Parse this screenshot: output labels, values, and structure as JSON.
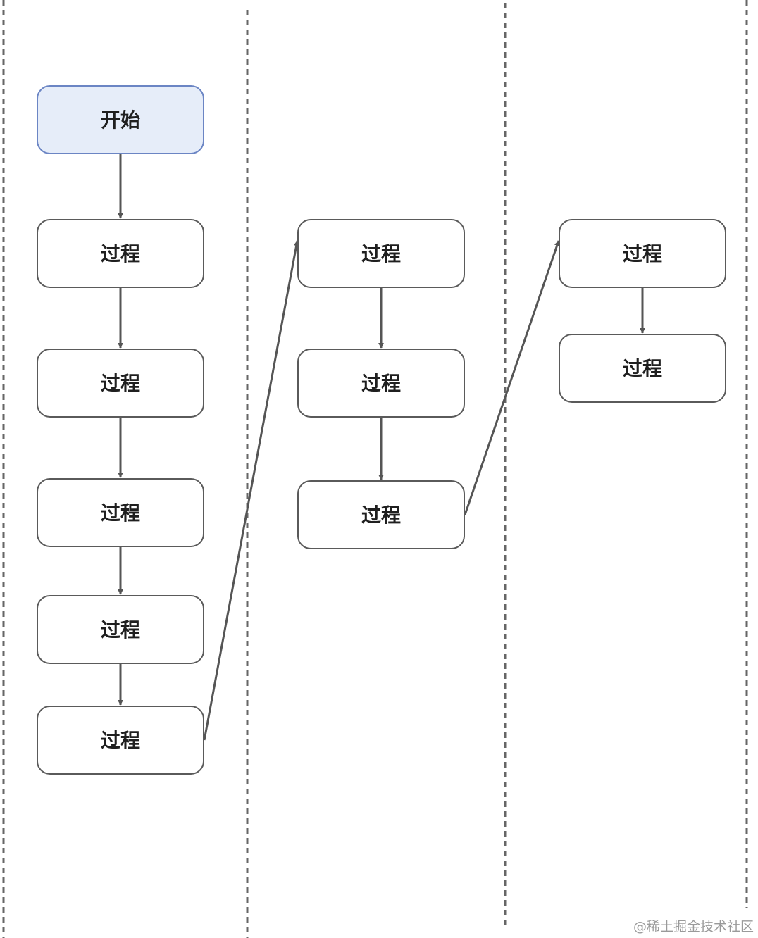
{
  "diagram": {
    "nodes": [
      {
        "id": "start",
        "label": "开始",
        "kind": "start"
      },
      {
        "id": "c1n1",
        "label": "过程",
        "kind": "process"
      },
      {
        "id": "c1n2",
        "label": "过程",
        "kind": "process"
      },
      {
        "id": "c1n3",
        "label": "过程",
        "kind": "process"
      },
      {
        "id": "c1n4",
        "label": "过程",
        "kind": "process"
      },
      {
        "id": "c1n5",
        "label": "过程",
        "kind": "process"
      },
      {
        "id": "c2n1",
        "label": "过程",
        "kind": "process"
      },
      {
        "id": "c2n2",
        "label": "过程",
        "kind": "process"
      },
      {
        "id": "c2n3",
        "label": "过程",
        "kind": "process"
      },
      {
        "id": "c3n1",
        "label": "过程",
        "kind": "process"
      },
      {
        "id": "c3n2",
        "label": "过程",
        "kind": "process"
      }
    ],
    "edges": [
      {
        "from": "start",
        "to": "c1n1"
      },
      {
        "from": "c1n1",
        "to": "c1n2"
      },
      {
        "from": "c1n2",
        "to": "c1n3"
      },
      {
        "from": "c1n3",
        "to": "c1n4"
      },
      {
        "from": "c1n4",
        "to": "c1n5"
      },
      {
        "from": "c1n5",
        "to": "c2n1"
      },
      {
        "from": "c2n1",
        "to": "c2n2"
      },
      {
        "from": "c2n2",
        "to": "c2n3"
      },
      {
        "from": "c2n3",
        "to": "c3n1"
      },
      {
        "from": "c3n1",
        "to": "c3n2"
      }
    ],
    "colors": {
      "start_fill": "#e6edf9",
      "start_stroke": "#6b85c4",
      "process_fill": "#ffffff",
      "process_stroke": "#5a5a5a",
      "edge": "#555555",
      "divider": "#666666"
    }
  },
  "watermark": "@稀土掘金技术社区"
}
